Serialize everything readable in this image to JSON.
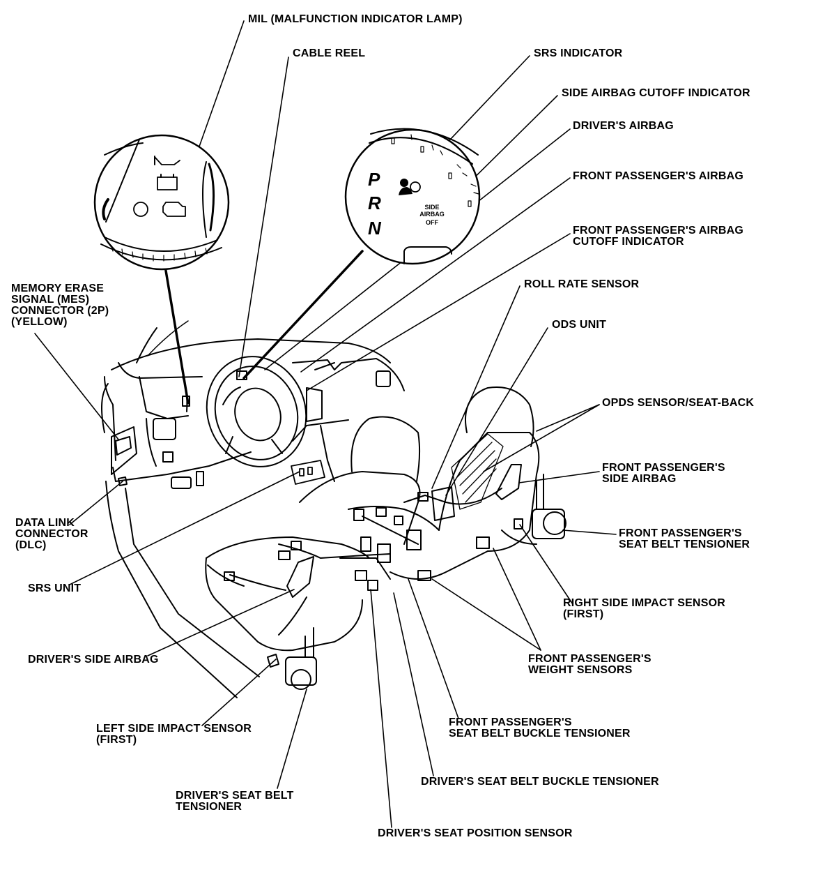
{
  "labels": {
    "mil": [
      "MIL (MALFUNCTION INDICATOR LAMP)"
    ],
    "cable_reel": [
      "CABLE REEL"
    ],
    "srs_indicator": [
      "SRS INDICATOR"
    ],
    "side_airbag_cutoff_indicator": [
      "SIDE AIRBAG CUTOFF INDICATOR"
    ],
    "drivers_airbag": [
      "DRIVER'S AIRBAG"
    ],
    "front_passengers_airbag": [
      "FRONT PASSENGER'S AIRBAG"
    ],
    "front_passengers_airbag_cutoff_indicator": [
      "FRONT PASSENGER'S AIRBAG",
      "CUTOFF INDICATOR"
    ],
    "roll_rate_sensor": [
      "ROLL RATE SENSOR"
    ],
    "ods_unit": [
      "ODS UNIT"
    ],
    "opds_sensor_seat_back": [
      "OPDS SENSOR/SEAT-BACK"
    ],
    "front_passengers_side_airbag": [
      "FRONT PASSENGER'S",
      "SIDE AIRBAG"
    ],
    "front_passengers_seat_belt_tensioner": [
      "FRONT PASSENGER'S",
      "SEAT BELT TENSIONER"
    ],
    "right_side_impact_sensor": [
      "RIGHT SIDE IMPACT SENSOR",
      "(FIRST)"
    ],
    "front_passengers_weight_sensors": [
      "FRONT PASSENGER'S",
      "WEIGHT SENSORS"
    ],
    "front_passengers_seat_belt_buckle_tensioner": [
      "FRONT PASSENGER'S",
      "SEAT BELT BUCKLE TENSIONER"
    ],
    "drivers_seat_belt_buckle_tensioner": [
      "DRIVER'S SEAT BELT BUCKLE TENSIONER"
    ],
    "drivers_seat_position_sensor": [
      "DRIVER'S SEAT POSITION SENSOR"
    ],
    "drivers_seat_belt_tensioner": [
      "DRIVER'S SEAT BELT",
      "TENSIONER"
    ],
    "left_side_impact_sensor": [
      "LEFT SIDE IMPACT SENSOR",
      "(FIRST)"
    ],
    "drivers_side_airbag": [
      "DRIVER'S SIDE AIRBAG"
    ],
    "srs_unit": [
      "SRS UNIT"
    ],
    "data_link_connector": [
      "DATA LINK",
      "CONNECTOR",
      "(DLC)"
    ],
    "mes_connector": [
      "MEMORY ERASE",
      "SIGNAL (MES)",
      "CONNECTOR (2P)",
      "(YELLOW)"
    ]
  },
  "gauge_right": {
    "gear_p": "P",
    "gear_r": "R",
    "gear_n": "N",
    "side_airbag_off": [
      "SIDE",
      "AIRBAG",
      "OFF"
    ]
  },
  "colors": {
    "line": "#000000",
    "background": "#ffffff"
  }
}
